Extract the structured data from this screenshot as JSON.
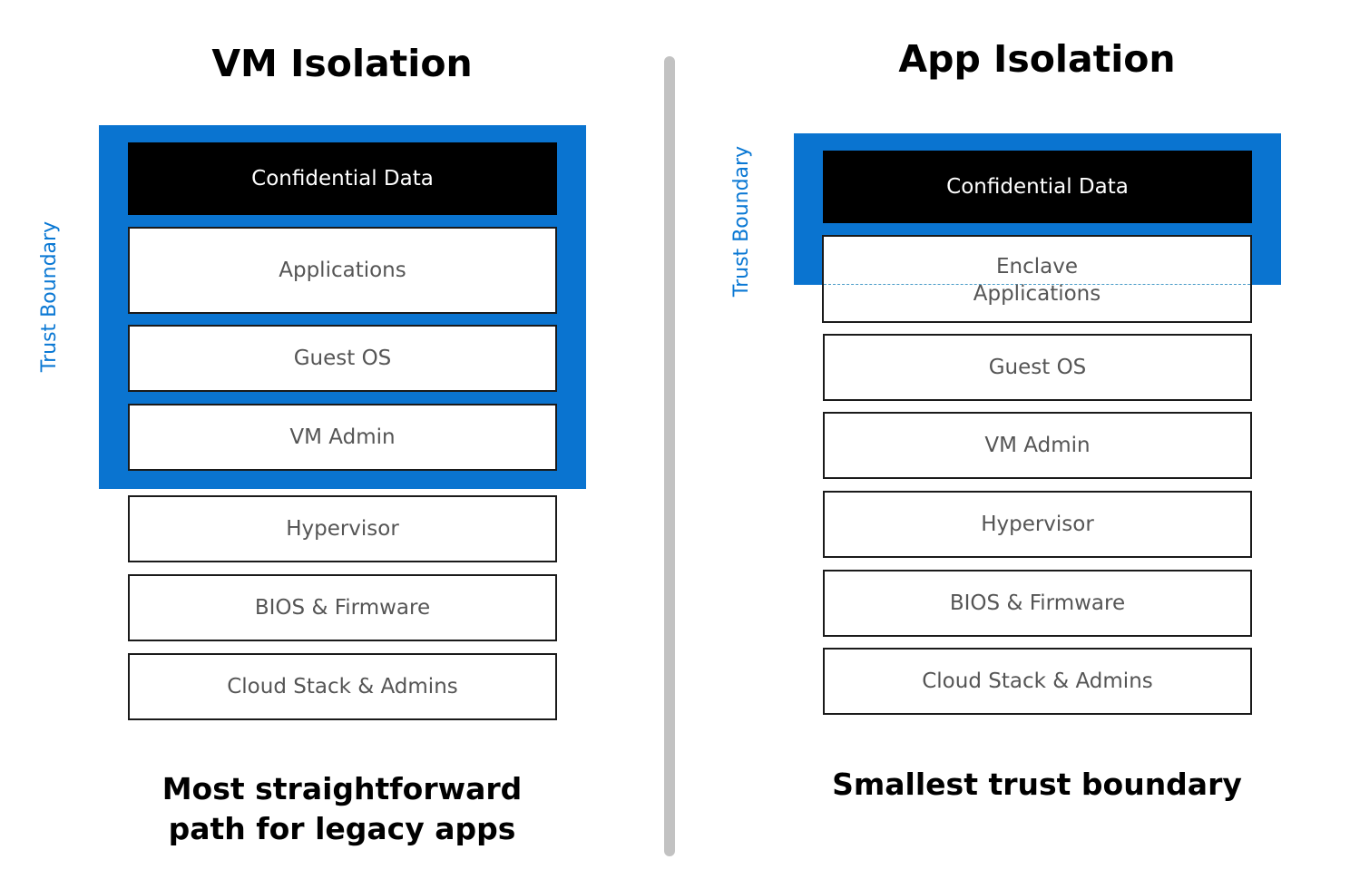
{
  "left": {
    "title": "VM Isolation",
    "trust_label": "Trust Boundary",
    "layers": [
      "Confidential Data",
      "Applications",
      "Guest OS",
      "VM Admin",
      "Hypervisor",
      "BIOS & Firmware",
      "Cloud Stack & Admins"
    ],
    "caption_line1": "Most straightforward",
    "caption_line2": "path for legacy apps"
  },
  "right": {
    "title": "App Isolation",
    "trust_label": "Trust Boundary",
    "layers": [
      "Confidential Data",
      "Enclave",
      "Applications",
      "Guest OS",
      "VM Admin",
      "Hypervisor",
      "BIOS & Firmware",
      "Cloud Stack & Admins"
    ],
    "caption": "Smallest trust boundary"
  },
  "colors": {
    "trust_boundary": "#0a74d0",
    "trust_label": "#0a78d4",
    "divider": "#c2c2c2"
  }
}
